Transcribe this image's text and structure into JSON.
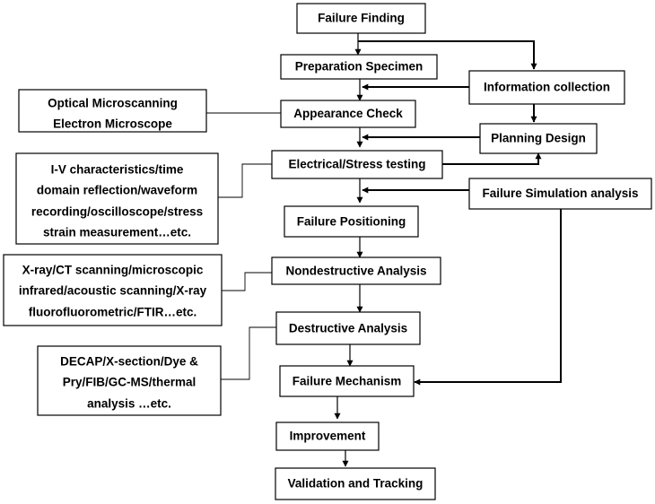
{
  "diagram": {
    "main_steps": [
      "Failure Finding",
      "Preparation Specimen",
      "Appearance Check",
      "Electrical/Stress testing",
      "Failure Positioning",
      "Nondestructive Analysis",
      "Destructive Analysis",
      "Failure Mechanism",
      "Improvement",
      "Validation and Tracking"
    ],
    "side_steps": [
      "Information collection",
      "Planning Design",
      "Failure Simulation analysis"
    ],
    "method_notes": {
      "appearance": [
        "Optical Microscanning",
        "Electron Microscope"
      ],
      "electrical": [
        "I-V characteristics/time",
        "domain reflection/waveform",
        "recording/oscilloscope/stress",
        "strain measurement…etc."
      ],
      "nondestructive": [
        "X-ray/CT scanning/microscopic",
        "infrared/acoustic scanning/X-ray",
        "fluorofluorometric/FTIR…etc."
      ],
      "destructive": [
        "DECAP/X-section/Dye &",
        "Pry/FIB/GC-MS/thermal",
        "analysis …etc."
      ]
    }
  }
}
